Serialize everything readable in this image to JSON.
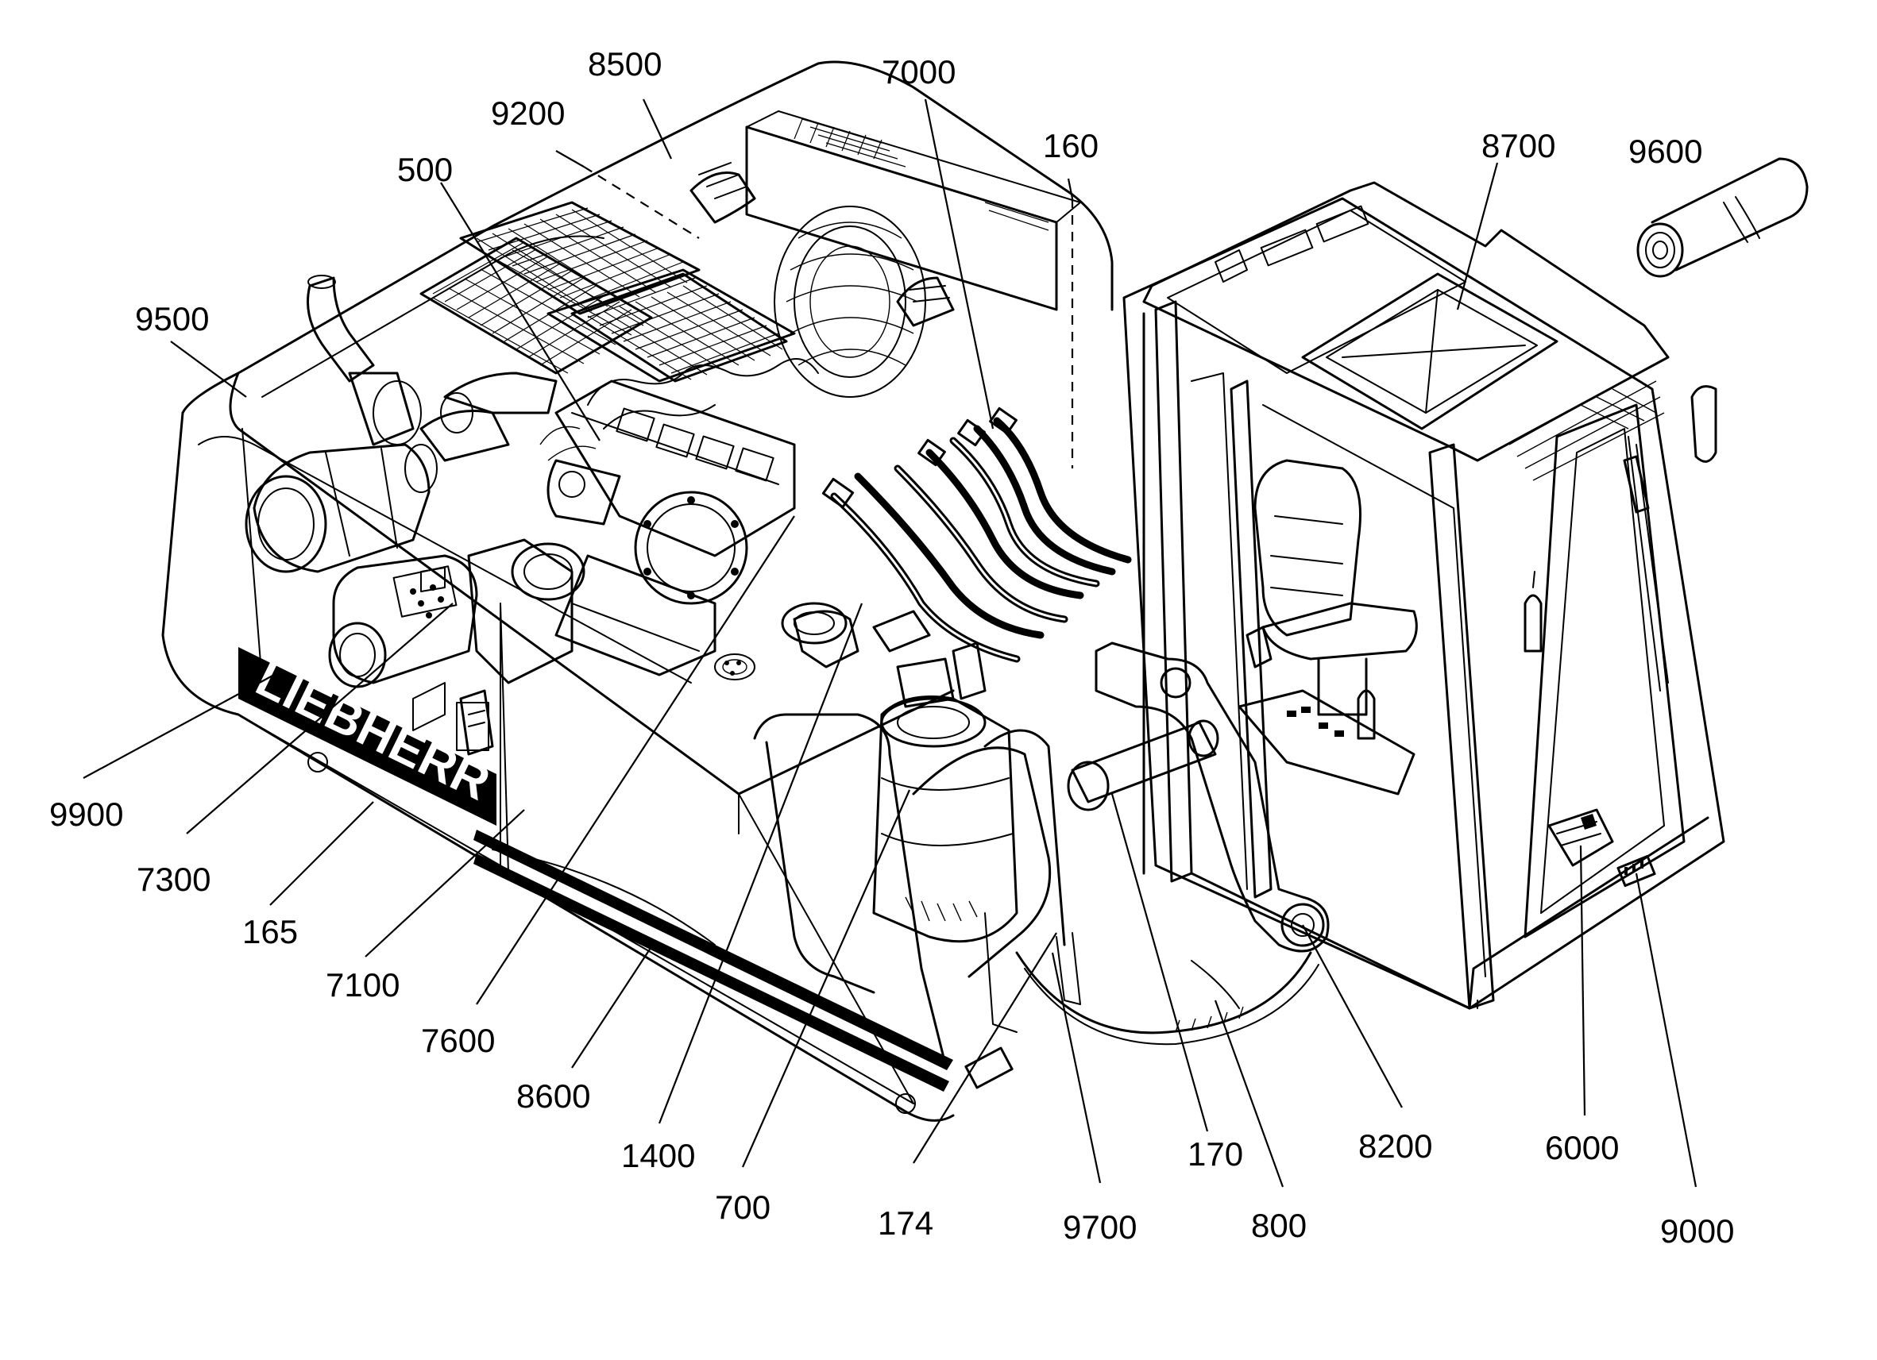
{
  "callouts": [
    {
      "id": "8500",
      "label": "8500"
    },
    {
      "id": "7000",
      "label": "7000"
    },
    {
      "id": "9200",
      "label": "9200"
    },
    {
      "id": "160",
      "label": "160"
    },
    {
      "id": "500",
      "label": "500"
    },
    {
      "id": "8700",
      "label": "8700"
    },
    {
      "id": "9600",
      "label": "9600"
    },
    {
      "id": "9500",
      "label": "9500"
    },
    {
      "id": "9900",
      "label": "9900"
    },
    {
      "id": "7300",
      "label": "7300"
    },
    {
      "id": "165",
      "label": "165"
    },
    {
      "id": "7100",
      "label": "7100"
    },
    {
      "id": "7600",
      "label": "7600"
    },
    {
      "id": "8600",
      "label": "8600"
    },
    {
      "id": "1400",
      "label": "1400"
    },
    {
      "id": "700",
      "label": "700"
    },
    {
      "id": "174",
      "label": "174"
    },
    {
      "id": "9700",
      "label": "9700"
    },
    {
      "id": "170",
      "label": "170"
    },
    {
      "id": "800",
      "label": "800"
    },
    {
      "id": "8200",
      "label": "8200"
    },
    {
      "id": "6000",
      "label": "6000"
    },
    {
      "id": "9000",
      "label": "9000"
    }
  ],
  "brand_decal": "LIEBHERR"
}
